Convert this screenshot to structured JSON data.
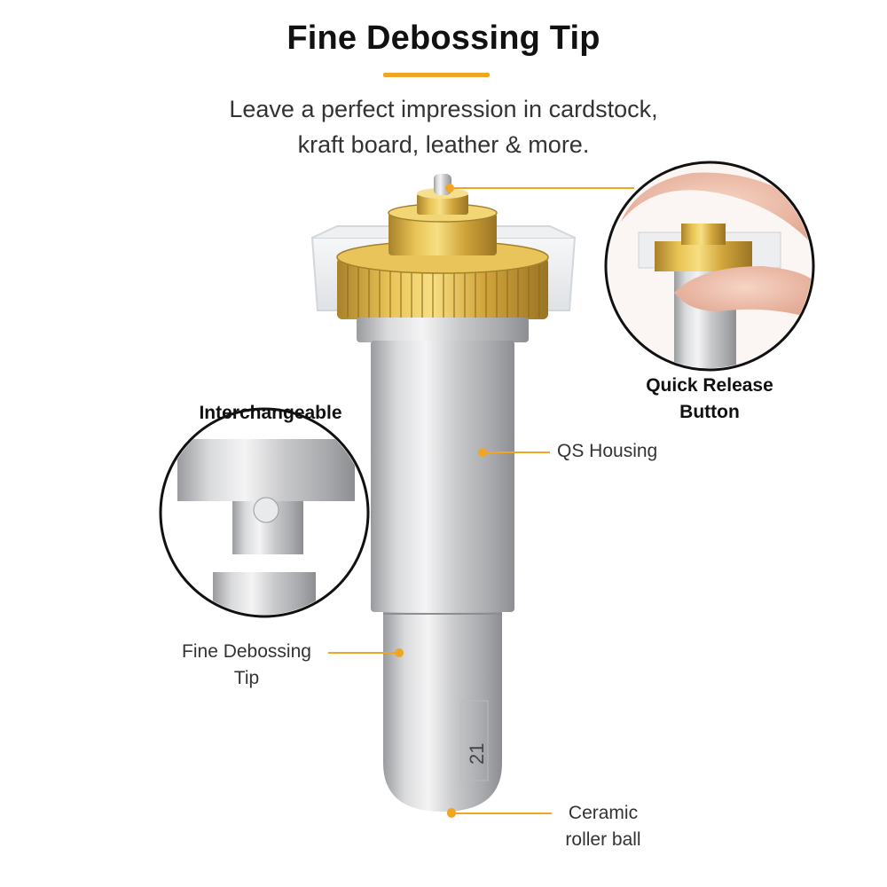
{
  "title": "Fine Debossing Tip",
  "subtitle": {
    "line1": "Leave a perfect impression in cardstock,",
    "line2": "kraft board, leather & more."
  },
  "callouts": {
    "quick_release_line1": "Quick Release",
    "quick_release_line2": "Button",
    "interchangeable": "Interchangeable",
    "qs_housing": "QS Housing",
    "fine_debossing_line1": "Fine Debossing",
    "fine_debossing_line2": "Tip",
    "ceramic_line1": "Ceramic",
    "ceramic_line2": "roller ball"
  },
  "tip_number": "21",
  "colors": {
    "accent": "#f0a623",
    "brass": "#d4a83a",
    "silver": "#c9cacc"
  }
}
